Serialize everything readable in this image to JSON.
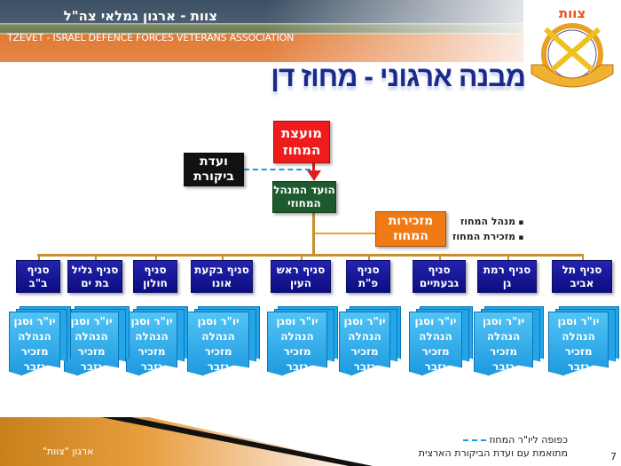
{
  "header": {
    "hebrew_title": "צוות - ארגון גמלאי צה\"ל",
    "english_title": "TZEVET - ISRAEL DEFENCE FORCES VETERANS ASSOCIATION",
    "logo_text": "צוות"
  },
  "page_title": "מבנה ארגוני - מחוז דן",
  "chart": {
    "council": "מועצת המחוז",
    "audit": "ועדת ביקורת",
    "board": "הועד המנהל המחוזי",
    "secretariat": "מזכירות המחוז",
    "staff": [
      "מנהל המחוז",
      "מזכירת המחוז"
    ],
    "branches": [
      {
        "label": "סניף תל אביב"
      },
      {
        "label": "סניף רמת גן"
      },
      {
        "label": "סניף גבעתיים"
      },
      {
        "label": "סניף פ\"ת"
      },
      {
        "label": "סניף ראש העין"
      },
      {
        "label": "סניף בקעת אונו"
      },
      {
        "label": "סניף חולון"
      },
      {
        "label": "סניף גליל בת ים"
      },
      {
        "label": "סניף ב\"ב"
      }
    ],
    "roles": [
      "יו\"ר וסגן",
      "הנהלה",
      "מזכיר",
      "גזבר"
    ],
    "colors": {
      "council": "#ee1c1c",
      "board": "#1d5a2e",
      "secretariat": "#f07a14",
      "branch": "#1414a0",
      "doc": "#23a5e8",
      "connector": "#c8902c"
    }
  },
  "legend": {
    "line1": "כפופה ליו\"ר המחוז",
    "line2": "מתואמת עם ועדת הביקורת הארצית"
  },
  "footer": {
    "org": "ארגון \"צוות\"",
    "page_number": "7"
  }
}
